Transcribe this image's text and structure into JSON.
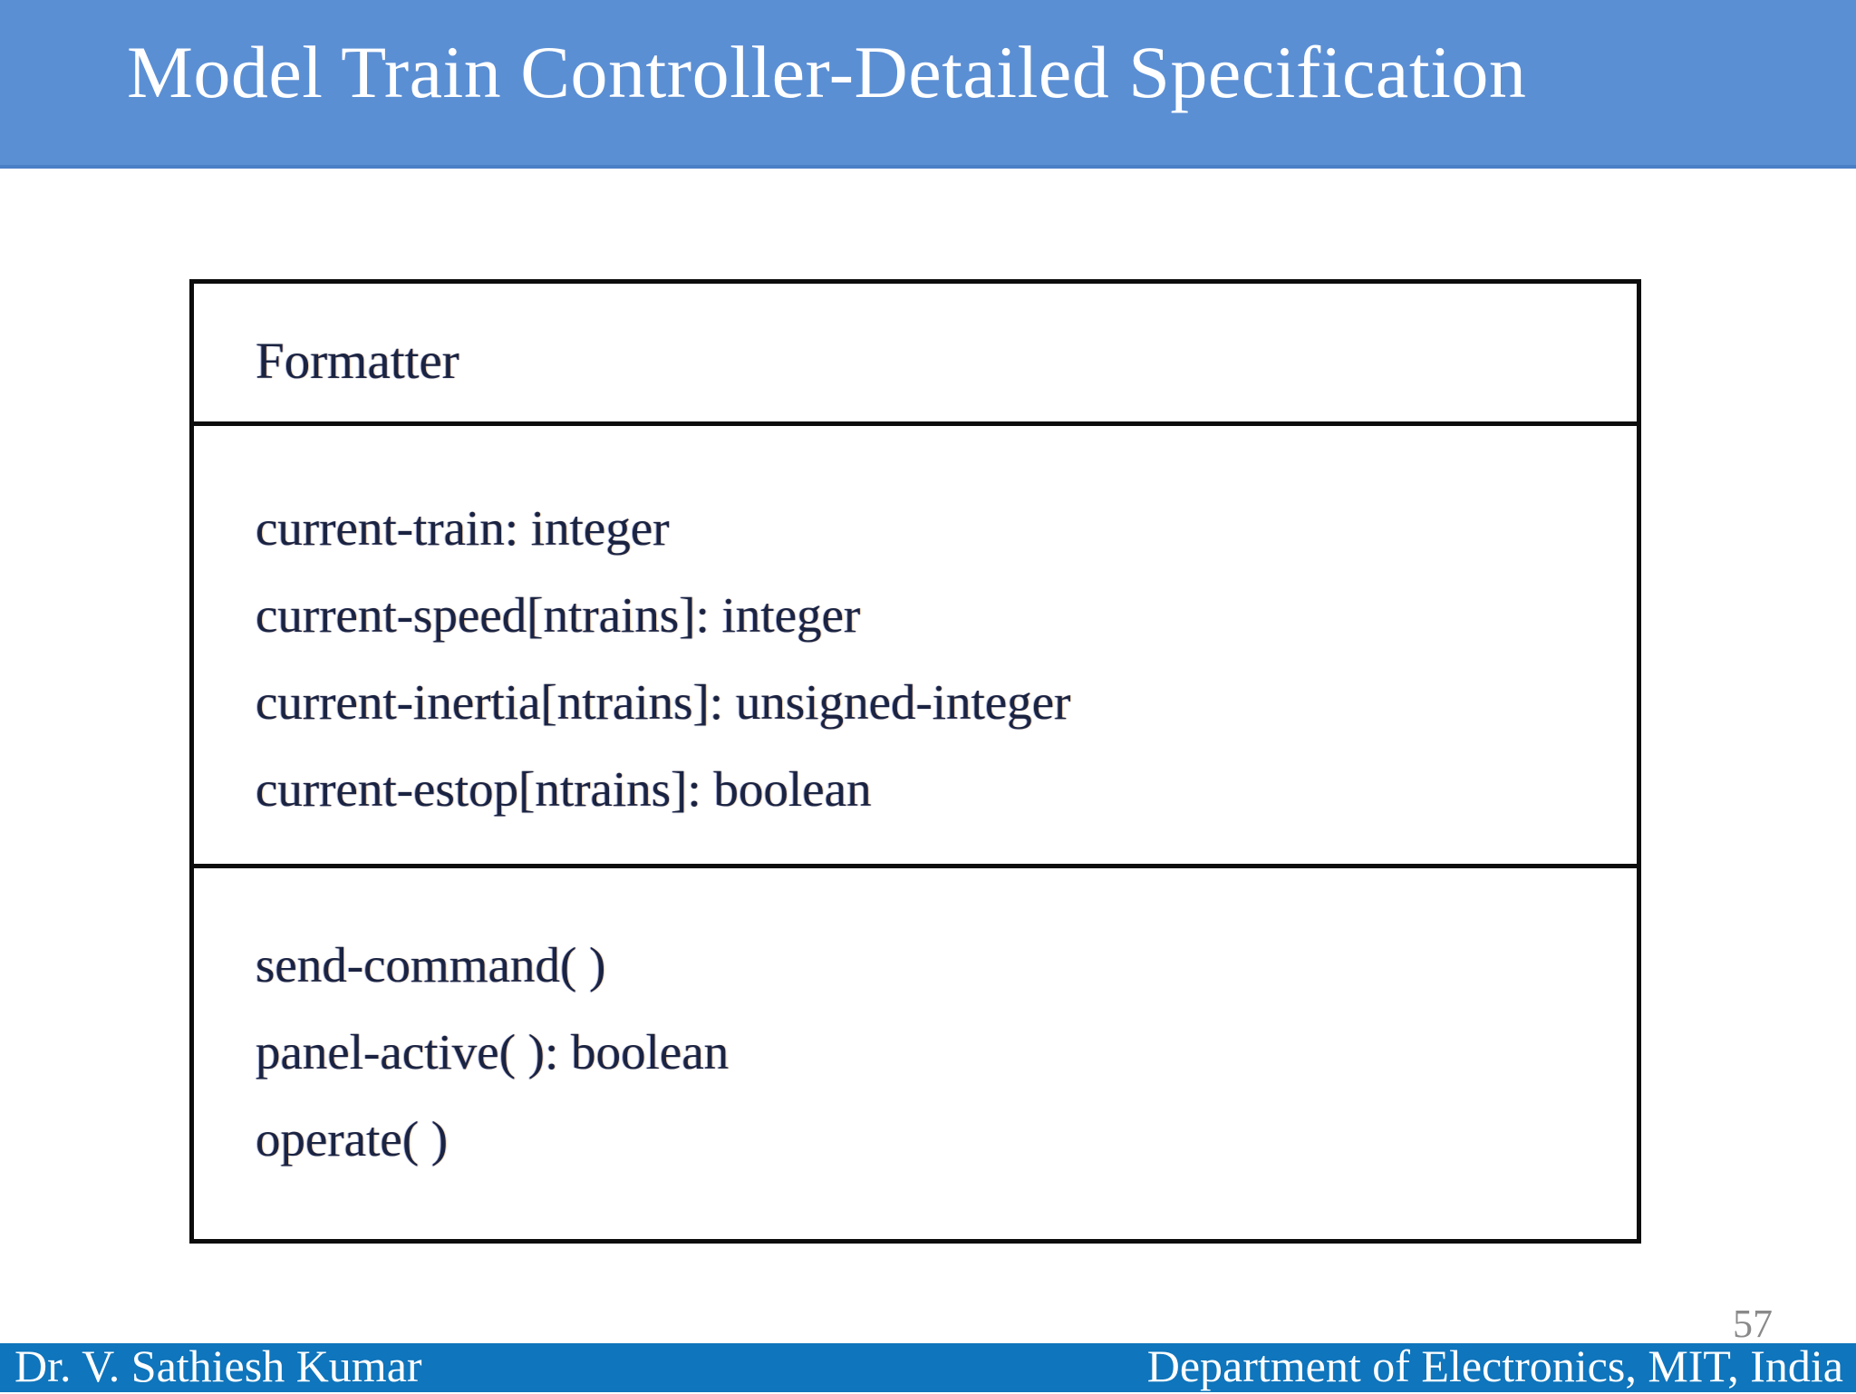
{
  "slide": {
    "title": "Model Train Controller-Detailed Specification",
    "page_number": "57",
    "colors": {
      "title_banner": "#5b8fd4",
      "footer_bar": "#0f75bc",
      "box_border": "#0c0c0c",
      "uml_text": "#1a2340",
      "page_number": "#8a8a8a"
    }
  },
  "class_diagram": {
    "class_name": "Formatter",
    "attributes": [
      "current-train: integer",
      "current-speed[ntrains]: integer",
      "current-inertia[ntrains]: unsigned-integer",
      "current-estop[ntrains]: boolean"
    ],
    "operations": [
      "send-command( )",
      "panel-active( ): boolean",
      "operate( )"
    ]
  },
  "footer": {
    "left": "Dr. V. Sathiesh Kumar",
    "right": "Department of Electronics, MIT, India"
  }
}
